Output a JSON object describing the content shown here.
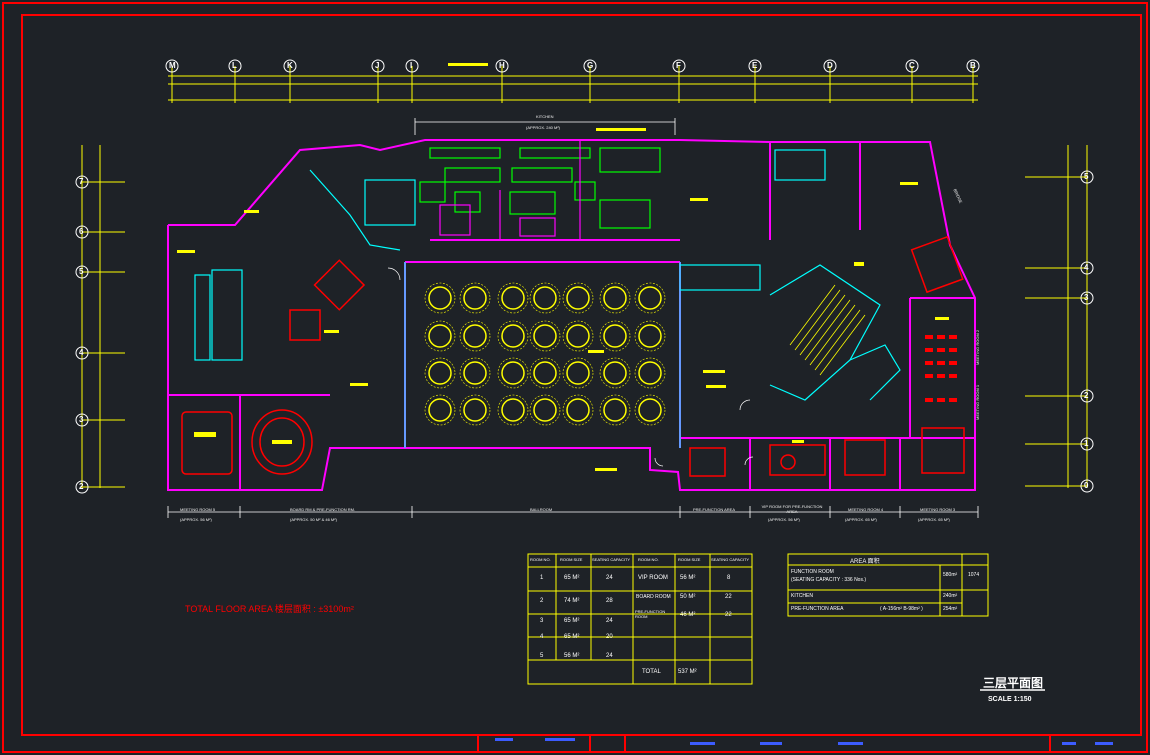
{
  "colors": {
    "background": "#1e2227",
    "frame": "#ff0000",
    "grid_lines": "#ffff00",
    "walls": "#ff00ff",
    "glass": "#00ffff",
    "furniture": "#ff0000",
    "kitchen": "#00ff00",
    "white": "#ffffff"
  },
  "grid": {
    "columns": [
      "M",
      "L",
      "K",
      "J",
      "I",
      "H",
      "G",
      "F",
      "E",
      "D",
      "C",
      "B"
    ],
    "rows_left": [
      "7",
      "6",
      "5",
      "4",
      "3",
      "2"
    ],
    "rows_right": [
      "5",
      "4",
      "3",
      "2",
      "1",
      "0"
    ]
  },
  "top_dims": {
    "kitchen_label": "KITCHEN",
    "kitchen_area": "(APPROX. 240 M²)"
  },
  "rooms": {
    "meeting_room_1": "MEETING ROOM 1",
    "meeting_room_2": "MEETING ROOM 2",
    "bridge": "BRIDGE"
  },
  "bottom_dims": [
    {
      "label": "MEETING ROOM 5",
      "area": "(APPROX. 56 M²)"
    },
    {
      "label": "BOARD RM & PRE-FUNCTION RM.",
      "area": "(APPROX. 50 M² & 46 M²)"
    },
    {
      "label": "BALLROOM",
      "area": ""
    },
    {
      "label": "PRE-FUNCTION AREA",
      "area": ""
    },
    {
      "label": "VIP ROOM FOR PRE-FUNCTION AREA",
      "area": "(APPROX. 56 M²)"
    },
    {
      "label": "MEETING ROOM 4",
      "area": "(APPROX. 65 M²)"
    },
    {
      "label": "MEETING ROOM 3",
      "area": "(APPROX. 65 M²)"
    }
  ],
  "room_table": {
    "headers": [
      "ROOM NO.",
      "ROOM SIZE",
      "SEATING CAPACITY",
      "ROOM NO.",
      "ROOM SIZE",
      "SEATING CAPACITY"
    ],
    "rows": [
      [
        "1",
        "65 M²",
        "24",
        "VIP ROOM",
        "56 M²",
        "8"
      ],
      [
        "2",
        "74 M²",
        "28",
        "BOARD ROOM",
        "50 M²",
        "22"
      ],
      [
        "3",
        "65 M²",
        "24",
        "PRE-FUNCTION ROOM",
        "46 M²",
        "22"
      ],
      [
        "4",
        "65 M²",
        "20",
        "",
        "",
        ""
      ],
      [
        "5",
        "56 M²",
        "24",
        "",
        "",
        ""
      ],
      [
        "",
        "",
        "",
        "TOTAL",
        "537 M²",
        ""
      ]
    ]
  },
  "area_table": {
    "title": "AREA 面积",
    "function_room": "FUNCTION ROOM",
    "seating_capacity": "(SEATING CAPACITY : 336 Nos.)",
    "function_area": "580m²",
    "kitchen": "KITCHEN",
    "kitchen_area": "240m²",
    "prefunction": "PRE-FUNCTION AREA",
    "prefunction_detail": "( A-156m² B-98m² )",
    "prefunction_area": "254m²",
    "total": "1074"
  },
  "total_floor_area": "TOTAL FLOOR AREA 楼层面积 : ±3100m²",
  "plan_title": "三层平面图",
  "scale": "SCALE 1:150"
}
